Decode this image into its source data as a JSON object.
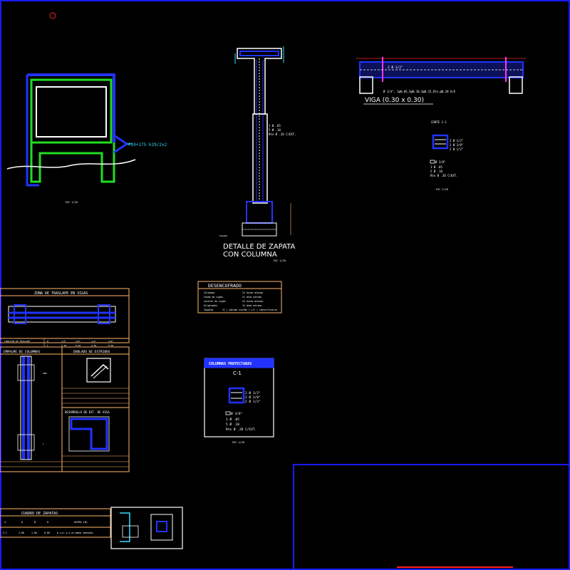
{
  "colors": {
    "background": "#000000",
    "frame": "#1a1aff",
    "structure_green": "#22dd22",
    "steel_blue": "#2233ff",
    "dim_red": "#ff2222",
    "text_orange": "#ffb86b",
    "text_white": "#ffffff",
    "magenta": "#ff33ff",
    "cyan": "#33ddff"
  },
  "elevation_view": {
    "tag": "P10+175 h29/2x2",
    "scale": "ESC 1/20"
  },
  "footing_detail": {
    "title_line1": "DETALLE DE ZAPATA",
    "title_line2": "CON COLUMNA",
    "stirrups": [
      "1 Ø .05",
      "5 Ø .10",
      "Rto Ø .20 C/EXT."
    ],
    "scale": "ESC 1/20",
    "note": "SOLADO"
  },
  "beam_detail": {
    "title": "VIGA (0.30 x 0.30)",
    "note": "Ø 1/4\", 1@0.05,5@0.10,3@0.15,Rto.@0.20 A/E",
    "top_bar": "2 Ø 1/2\"",
    "cut_title": "CORTE 1-1",
    "cut_bars": [
      "2 Ø 1/2\"",
      "2 Ø 3/8\"",
      "2 Ø 1/2\""
    ],
    "cut_stirrups": [
      "Ø 3/8\"",
      "1 Ø .05",
      "5 Ø .10",
      "Rto Ø .20 C/EXT."
    ],
    "scale": "ESC 1/20"
  },
  "desencofrado": {
    "title": "DESENCOFRADO",
    "rows": [
      [
        "Columnas",
        "24 horas mínimo."
      ],
      [
        "Fondo de vigas",
        "21 días mínimo"
      ],
      [
        "Lateral de vigas",
        "24 horas mínimo."
      ],
      [
        "Aligerados",
        "14 días mínimo."
      ],
      [
        "Zapatas",
        "21 ( mínimo sin/No ( c/t ) identificarse."
      ]
    ]
  },
  "columnas_table": {
    "title": "COLUMNAS PROYECTADAS",
    "label": "C-1",
    "bars": [
      "2 Ø 1/2\"",
      "2 Ø 3/8\"",
      "2 Ø 1/2\""
    ],
    "stirrups": [
      "Ø 3/8\"",
      "1 Ø .05",
      "5 Ø .10",
      "Rto Ø .20 C/EXT."
    ],
    "scale": "ESC 1/20"
  },
  "vigas_panel": {
    "title": "ZONA DE TRASLAPE EN VIGAS",
    "row_label": "LONGITUD DE TRASLAPE",
    "cols": [
      "Ø",
      "1/4\"",
      "3/8\"",
      "1/2\"",
      "5/8\""
    ],
    "vals": [
      "L",
      "0.30",
      "0.40",
      "0.50",
      "0.60"
    ],
    "sec2_title": "EMPALME DE COLUMNAS",
    "sec3_title": "DOBLADO DE ESTRIBOS",
    "sec4_title": "DESARROLLO DE EXT. DE VIGA",
    "dim": [
      "L",
      "60Ø"
    ]
  },
  "zapatas_table": {
    "title": "CUADRO DE ZAPATAS",
    "headers": [
      "Z",
      "A",
      "B",
      "H",
      "ACERO (Ø)"
    ],
    "row": [
      "Z-1",
      "1.00",
      "1.00",
      "0.60",
      "Ø 1/4\" @ 0.20 AMBOS SENTIDOS"
    ]
  }
}
